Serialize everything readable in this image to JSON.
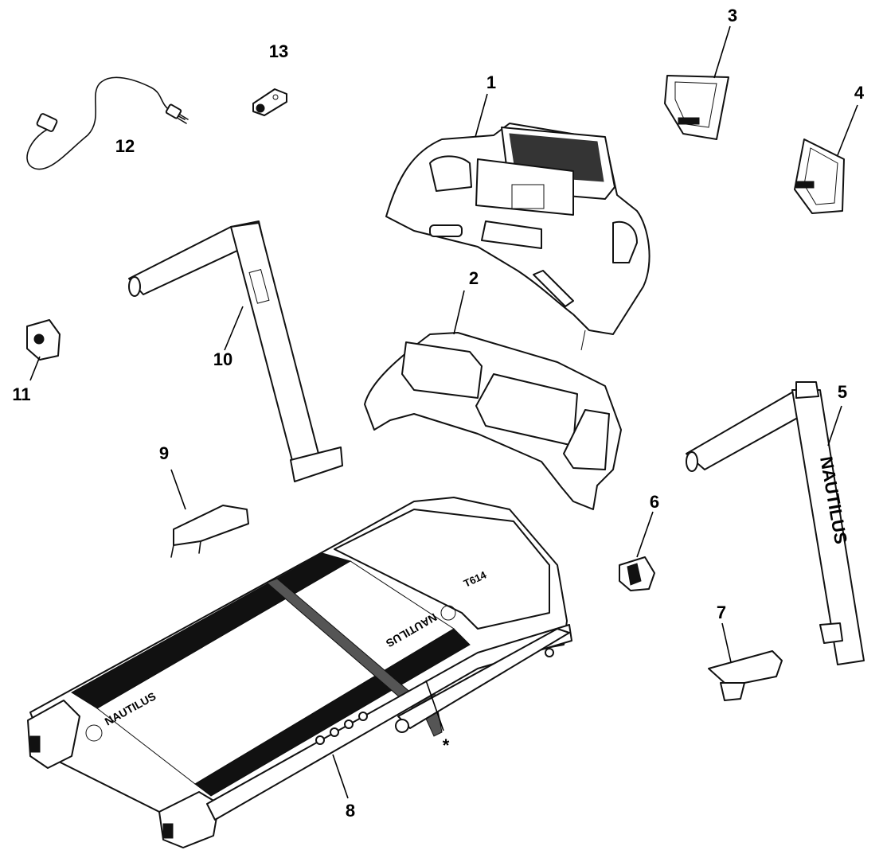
{
  "diagram": {
    "callouts": [
      {
        "id": "1",
        "label": "1"
      },
      {
        "id": "2",
        "label": "2"
      },
      {
        "id": "3",
        "label": "3"
      },
      {
        "id": "4",
        "label": "4"
      },
      {
        "id": "5",
        "label": "5"
      },
      {
        "id": "6",
        "label": "6"
      },
      {
        "id": "7",
        "label": "7"
      },
      {
        "id": "8",
        "label": "8"
      },
      {
        "id": "9",
        "label": "9"
      },
      {
        "id": "10",
        "label": "10"
      },
      {
        "id": "11",
        "label": "11"
      },
      {
        "id": "12",
        "label": "12"
      },
      {
        "id": "13",
        "label": "13"
      },
      {
        "id": "star",
        "label": "*"
      }
    ],
    "brand_text": "NAUTILUS",
    "model_text": "T614"
  }
}
